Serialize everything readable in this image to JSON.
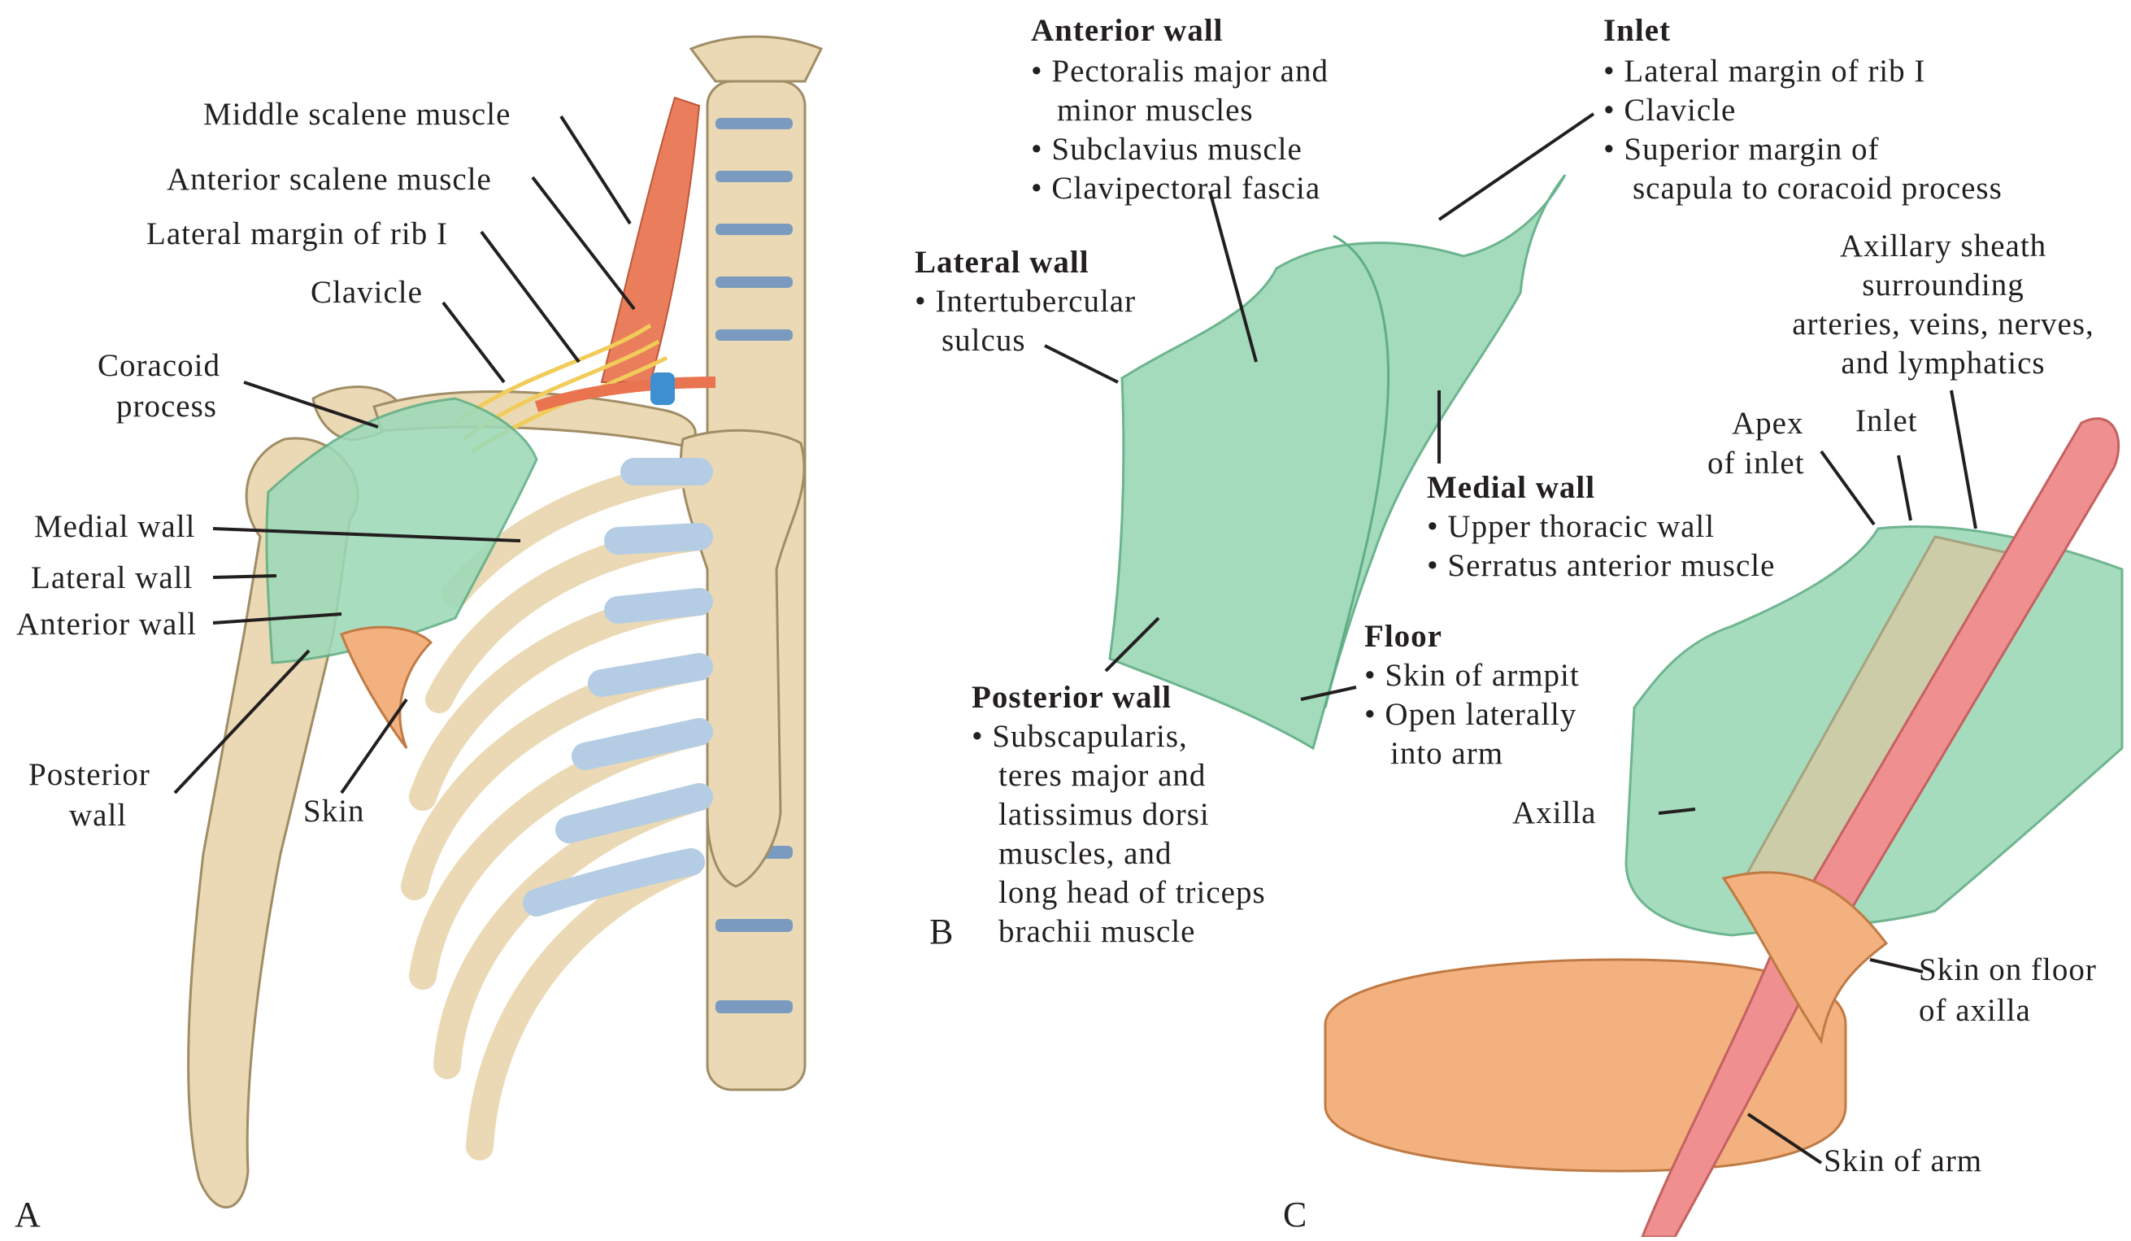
{
  "panels": {
    "a": "A",
    "b": "B",
    "c": "C"
  },
  "panel_a": {
    "middle_scalene": "Middle scalene muscle",
    "anterior_scalene": "Anterior scalene muscle",
    "lateral_margin_rib1": "Lateral margin of rib I",
    "clavicle": "Clavicle",
    "coracoid_1": "Coracoid",
    "coracoid_2": "process",
    "medial_wall": "Medial wall",
    "lateral_wall": "Lateral wall",
    "anterior_wall": "Anterior wall",
    "posterior_1": "Posterior",
    "posterior_2": "wall",
    "skin": "Skin"
  },
  "panel_b": {
    "anterior_wall": {
      "heading": "Anterior wall",
      "items": [
        "• Pectoralis major and",
        "minor muscles",
        "• Subclavius muscle",
        "• Clavipectoral fascia"
      ]
    },
    "inlet": {
      "heading": "Inlet",
      "items": [
        "• Lateral margin of rib I",
        "• Clavicle",
        "• Superior margin of",
        "scapula to coracoid process"
      ]
    },
    "lateral_wall": {
      "heading": "Lateral wall",
      "items": [
        "• Intertubercular",
        "sulcus"
      ]
    },
    "medial_wall": {
      "heading": "Medial wall",
      "items": [
        "• Upper thoracic wall",
        "• Serratus anterior muscle"
      ]
    },
    "floor": {
      "heading": "Floor",
      "items": [
        "• Skin of armpit",
        "• Open laterally",
        "into arm"
      ]
    },
    "posterior_wall": {
      "heading": "Posterior wall",
      "items": [
        "• Subscapularis,",
        "teres major and",
        "latissimus dorsi",
        "muscles, and",
        "long head of triceps",
        "brachii muscle"
      ]
    }
  },
  "panel_c": {
    "sheath": [
      "Axillary sheath",
      "surrounding",
      "arteries, veins, nerves,",
      "and lymphatics"
    ],
    "apex_1": "Apex",
    "apex_2": "of inlet",
    "inlet": "Inlet",
    "axilla": "Axilla",
    "skin_floor_1": "Skin on floor",
    "skin_floor_2": "of axilla",
    "skin_arm": "Skin of arm"
  },
  "colors": {
    "bone": "#ead9b4",
    "bone_outline": "#a08d66",
    "cartilage": "#b5cde4",
    "disc": "#7a9bbf",
    "muscle": "#e9744f",
    "nerve": "#f1cc5a",
    "wall_green": "#9dd9b8",
    "wall_outline": "#5fae85",
    "skin": "#f2b17e",
    "vessel_pink": "#ef8f8f",
    "vein_blue": "#3d8fd1",
    "text": "#231f20"
  }
}
